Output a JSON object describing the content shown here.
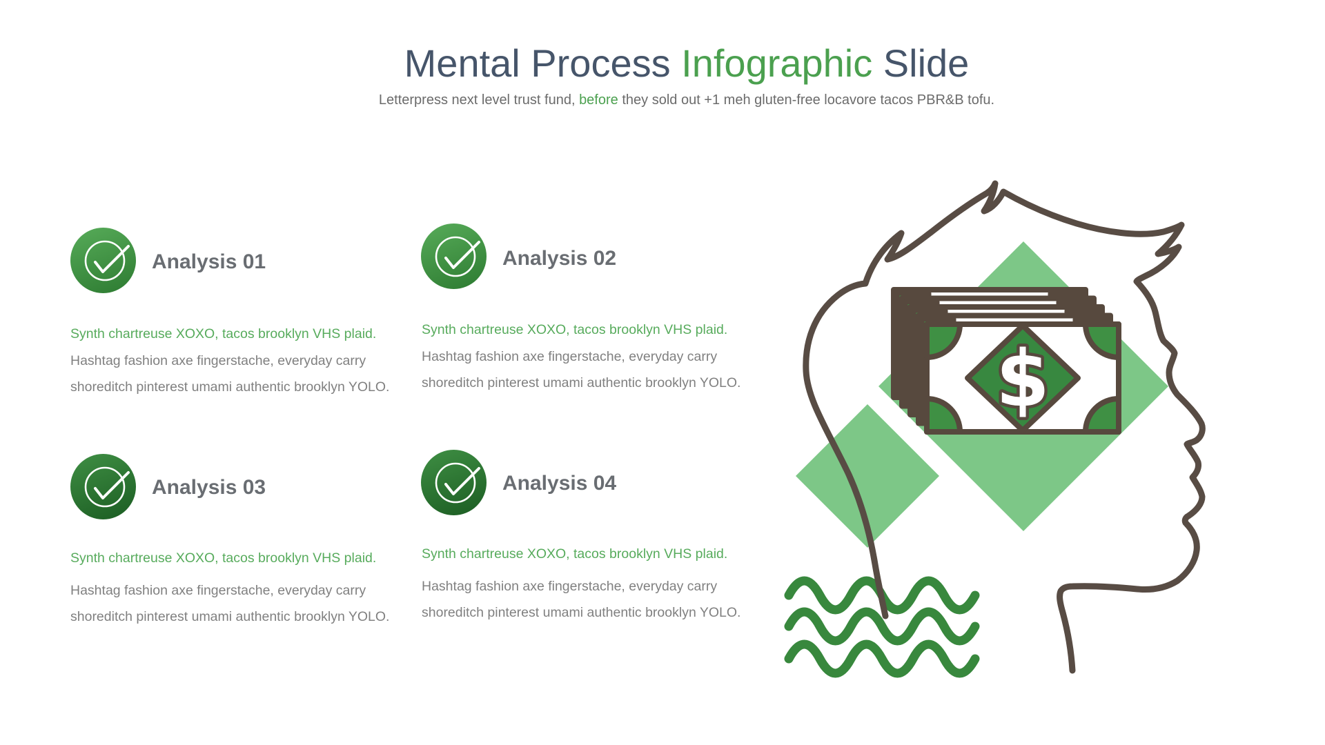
{
  "header": {
    "title_prefix": "Mental Process ",
    "title_highlight": "Infographic",
    "title_suffix": " Slide",
    "subtitle_prefix": "Letterpress next level trust fund, ",
    "subtitle_highlight": "before",
    "subtitle_suffix": " they sold out +1 meh gluten-free locavore tacos PBR&B tofu."
  },
  "items": [
    {
      "title": "Analysis 01",
      "lead": "Synth chartreuse XOXO, tacos brooklyn VHS plaid.",
      "body_line1": "Hashtag fashion axe fingerstache, everyday carry",
      "body_line2": "shoreditch pinterest umami authentic brooklyn YOLO."
    },
    {
      "title": "Analysis 02",
      "lead": "Synth chartreuse XOXO, tacos brooklyn VHS plaid.",
      "body_line1": "Hashtag fashion axe fingerstache, everyday carry",
      "body_line2": "shoreditch pinterest umami authentic brooklyn YOLO."
    },
    {
      "title": "Analysis 03",
      "lead": "Synth chartreuse XOXO, tacos brooklyn VHS plaid.",
      "body_line1": "Hashtag fashion axe fingerstache, everyday carry",
      "body_line2": "shoreditch pinterest umami authentic brooklyn YOLO."
    },
    {
      "title": "Analysis 04",
      "lead": "Synth chartreuse XOXO, tacos brooklyn VHS plaid.",
      "body_line1": "Hashtag fashion axe fingerstache, everyday carry",
      "body_line2": "shoreditch pinterest umami authentic brooklyn YOLO."
    }
  ],
  "illustration": {
    "currency_symbol": "$",
    "colors": {
      "outline_dark": "#57493e",
      "diamond_light_green": "#7dc787",
      "bill_green": "#3f9044",
      "bill_diamond_green": "#388840",
      "wave_green": "#38883d",
      "badge_green_light_top": "#55a957",
      "badge_green_light_bottom": "#2f7d33",
      "badge_green_dark_top": "#3d8c42",
      "badge_green_dark_bottom": "#1d5f24"
    },
    "icon_names": [
      "check-circle-icon",
      "money-stack",
      "dollar-sign",
      "head-profile",
      "thought-waves",
      "diamond-shapes"
    ]
  },
  "accent": {
    "title_dark": "#46556a",
    "green": "#4ba04f",
    "lead_green": "#57ab5c",
    "body_gray": "#808080",
    "heading_gray": "#696d72"
  }
}
